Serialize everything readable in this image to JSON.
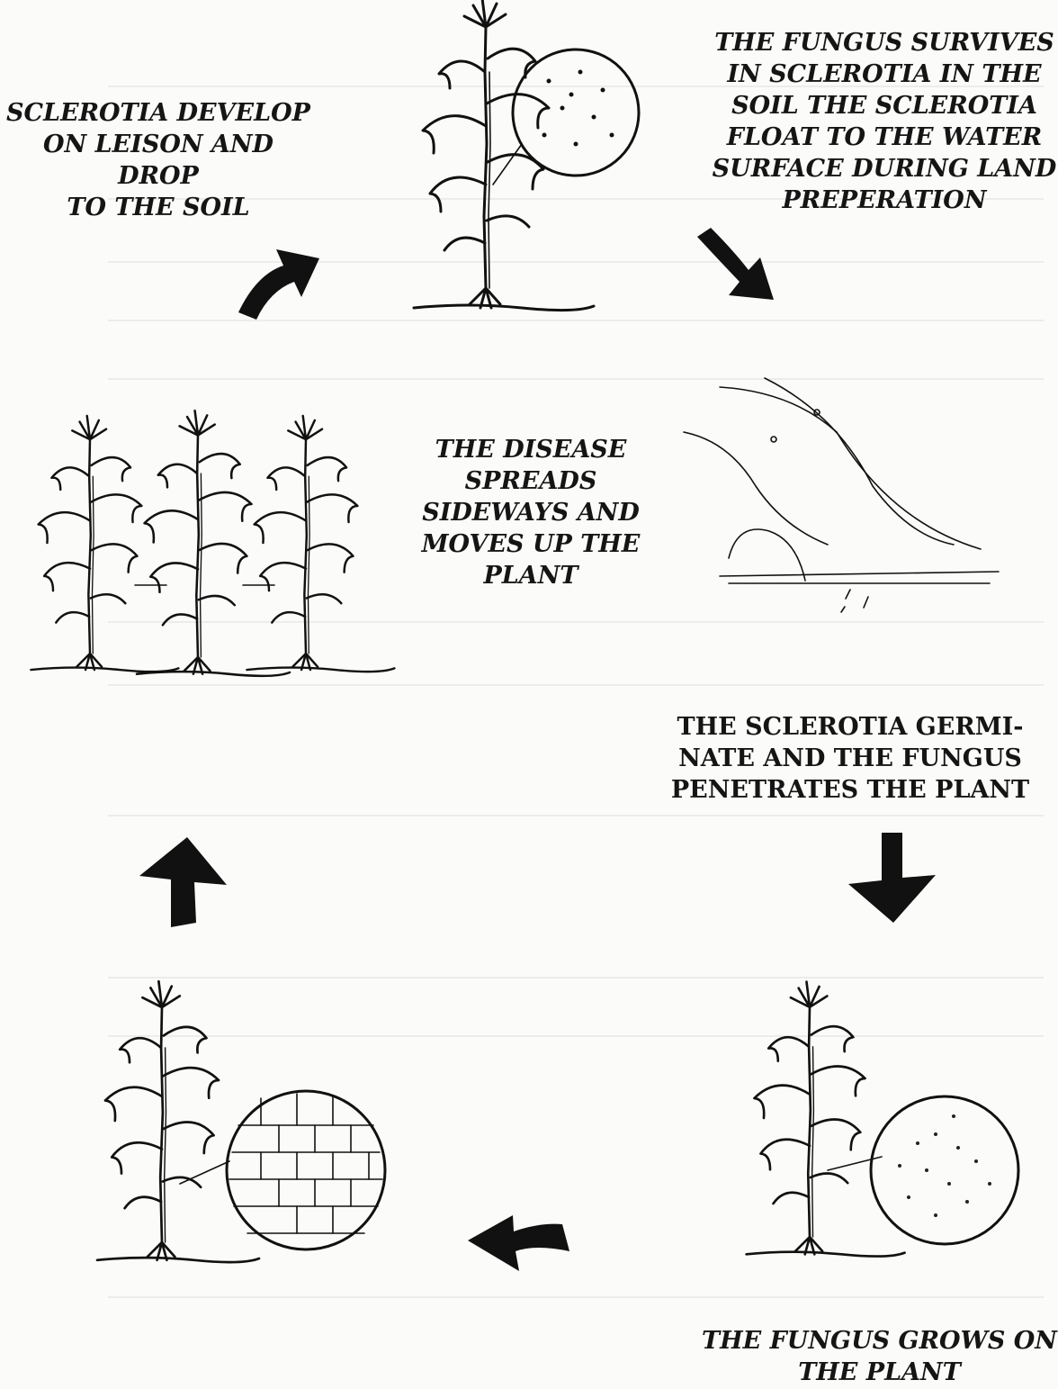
{
  "diagram": {
    "labels": {
      "sclerotia_develop": [
        "SCLEROTIA DEVELOP",
        "ON LEISON AND DROP",
        "TO THE SOIL"
      ],
      "fungus_survives": [
        "THE FUNGUS SURVIVES",
        "IN SCLEROTIA IN THE",
        "SOIL THE SCLEROTIA",
        "FLOAT TO THE WATER",
        "SURFACE DURING LAND",
        "PREPERATION"
      ],
      "disease_spreads": [
        "THE DISEASE",
        "SPREADS",
        "SIDEWAYS AND",
        "MOVES UP THE",
        "PLANT"
      ],
      "germinate": [
        "THE SCLEROTIA GERMI-",
        "NATE AND THE FUNGUS",
        "PENETRATES THE PLANT"
      ],
      "fungus_grows": [
        "THE FUNGUS GROWS ON",
        "THE PLANT"
      ]
    },
    "colors": {
      "ink": "#111111",
      "paper": "#fbfbf9"
    }
  }
}
